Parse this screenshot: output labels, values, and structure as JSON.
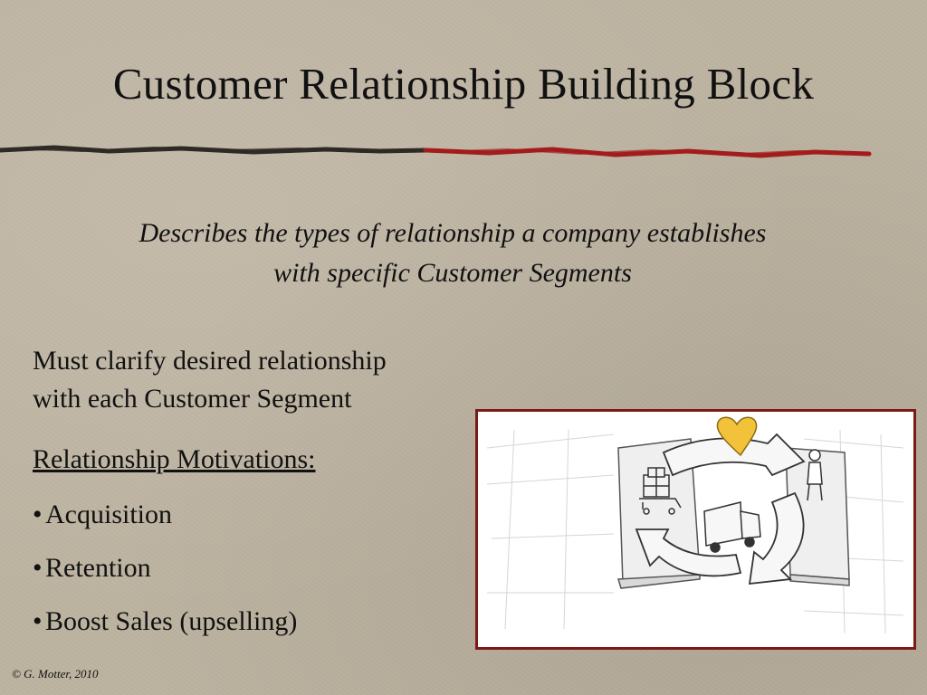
{
  "slide": {
    "title": "Customer Relationship Building Block",
    "subtitle_line1": "Describes the types of relationship a company establishes",
    "subtitle_line2": "with specific Customer Segments",
    "body_line1": "Must clarify desired relationship",
    "body_line2": "with each Customer Segment",
    "motivations_heading": "Relationship Motivations:",
    "bullets": [
      "Acquisition",
      "Retention",
      "Boost Sales (upselling)"
    ],
    "footer": "© G. Motter, 2010"
  },
  "colors": {
    "background": "#bdb3a1",
    "rule_left": "#2e2a25",
    "rule_right": "#a31c1c",
    "figure_border": "#7c1a15",
    "heart": "#f2c23a"
  },
  "figure": {
    "icons": [
      "heart-icon",
      "person-icon",
      "gift-cart-icon",
      "truck-icon"
    ]
  }
}
